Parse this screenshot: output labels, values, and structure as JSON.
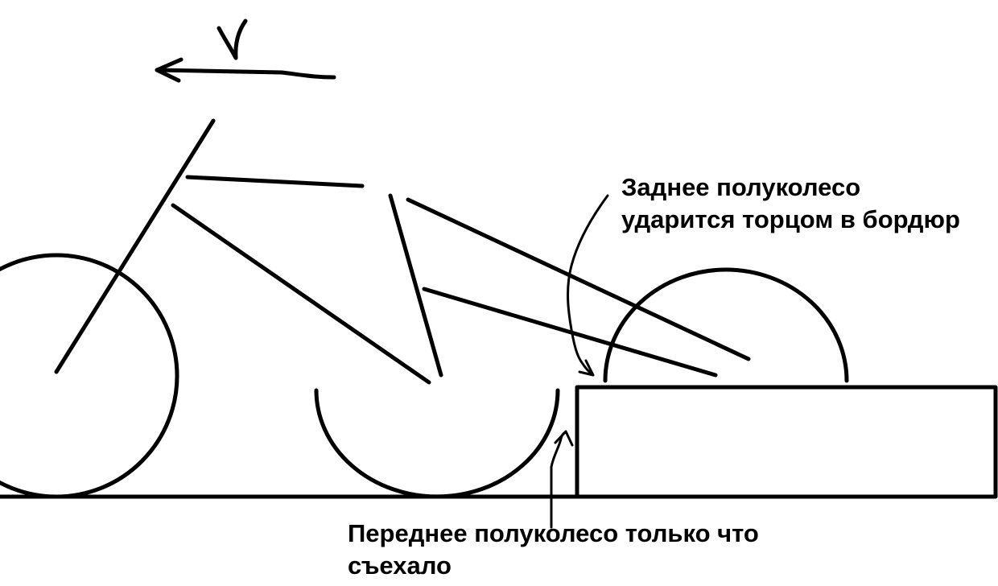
{
  "diagram": {
    "velocity_label": "V",
    "annotations": {
      "rear_half_wheel": {
        "line1": "Заднее полуколесо",
        "line2": "ударится торцом в бордюр"
      },
      "front_half_wheel": {
        "line1": "Переднее полуколесо только что",
        "line2": "съехало"
      }
    },
    "elements": [
      "front-wheel",
      "front-fork",
      "top-tube",
      "down-tube",
      "seat-tube",
      "middle-half-wheel",
      "seat-stay",
      "chain-stay",
      "rear-half-wheel",
      "curb",
      "ground-line",
      "velocity-arrow"
    ],
    "colors": {
      "stroke": "#000000",
      "background": "#ffffff"
    }
  }
}
